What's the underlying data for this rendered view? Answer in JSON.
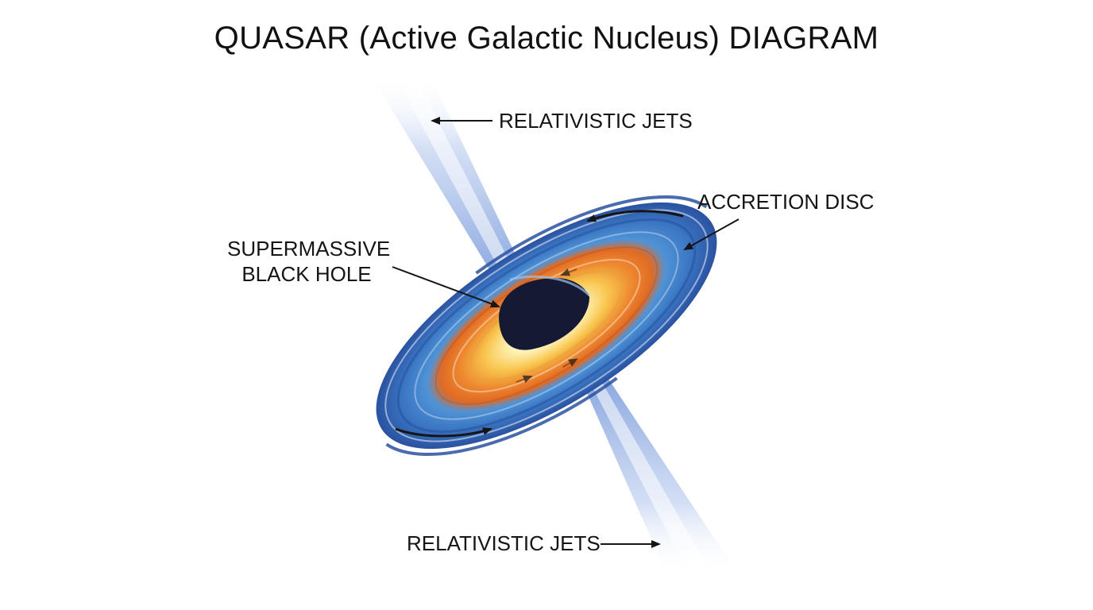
{
  "title": "QUASAR (Active Galactic Nucleus) DIAGRAM",
  "labels": {
    "jets_top": "RELATIVISTIC JETS",
    "accretion_disc": "ACCRETION DISC",
    "black_hole_line1": "SUPERMASSIVE",
    "black_hole_line2": "BLACK HOLE",
    "jets_bottom": "RELATIVISTIC JETS"
  },
  "colors": {
    "disc_outer_blue": "#2f5fb0",
    "disc_mid_blue": "#4a8fd4",
    "disc_orange": "#e8752a",
    "disc_yellow": "#f6c048",
    "disc_inner_glow": "#fff3c4",
    "black_hole": "#141a33",
    "jet_blue": "#a9bfe8",
    "text": "#151515"
  }
}
